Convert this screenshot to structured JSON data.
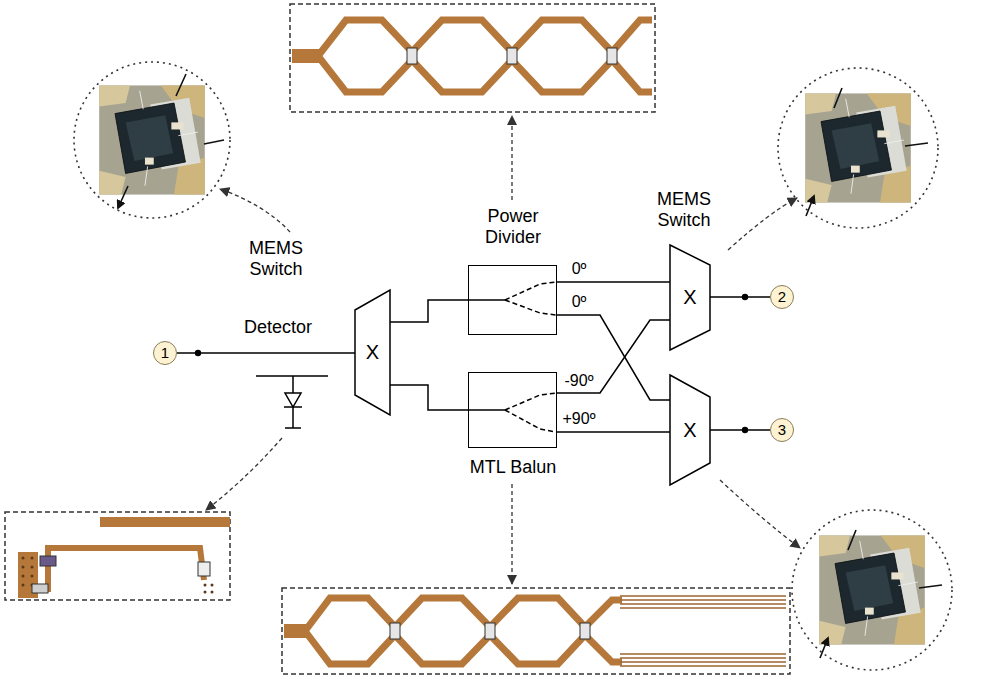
{
  "diagram": {
    "nodes": [
      {
        "text": [
          "1"
        ]
      },
      {
        "text": [
          "MEMS Switch",
          "X"
        ]
      },
      {
        "text": [
          "Power Divider"
        ]
      },
      {
        "text": [
          "MTL Balun"
        ]
      },
      {
        "text": [
          "MEMS Switch",
          "X"
        ]
      },
      {
        "text": [
          "X"
        ]
      },
      {
        "text": [
          "2"
        ]
      },
      {
        "text": [
          "3"
        ]
      }
    ],
    "edges": [
      {
        "from": 0,
        "to": 1,
        "arrow": "none"
      },
      {
        "from": 1,
        "to": 2,
        "arrow": "none"
      },
      {
        "from": 1,
        "to": 3,
        "arrow": "none"
      },
      {
        "from": 2,
        "to": 4,
        "label": "0º",
        "arrow": "none"
      },
      {
        "from": 2,
        "to": 5,
        "label": "0º",
        "arrow": "none"
      },
      {
        "from": 3,
        "to": 4,
        "label": "-90º",
        "arrow": "none"
      },
      {
        "from": 3,
        "to": 5,
        "label": "+90º",
        "arrow": "none"
      },
      {
        "from": 4,
        "to": 6,
        "arrow": "none"
      },
      {
        "from": 5,
        "to": 7,
        "arrow": "none"
      }
    ],
    "labels": [
      "Detector"
    ]
  }
}
